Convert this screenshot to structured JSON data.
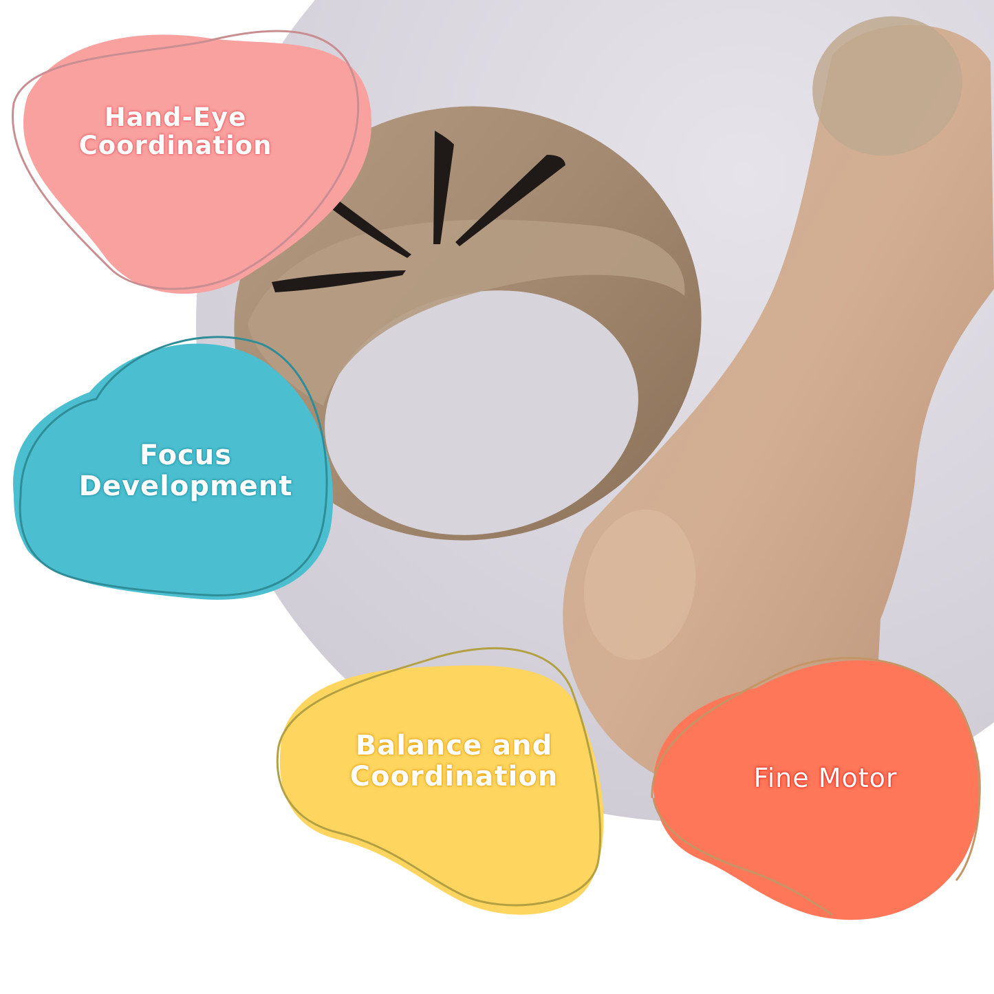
{
  "image": {
    "description": "Product infographic showing two wooden baby rattles (a ring rattle with slit holes and a dumbbell rattle) on a light backdrop, surrounded by four colored blob badges listing developmental benefits",
    "background_color": "#ffffff",
    "backdrop_color": "#dcd9e0"
  },
  "badges": [
    {
      "id": "hand-eye",
      "label": "Hand-Eye\nCoordination",
      "fill": "#f9a19f",
      "outline": "#c98e91"
    },
    {
      "id": "focus",
      "label": "Focus\nDevelopment",
      "fill": "#4bbfcf",
      "outline": "#2f8d98"
    },
    {
      "id": "balance",
      "label": "Balance and\nCoordination",
      "fill": "#fdd55f",
      "outline": "#b3a042"
    },
    {
      "id": "fine-motor",
      "label": "Fine Motor",
      "fill": "#fe7758",
      "outline": "#c59565"
    }
  ],
  "products": [
    {
      "name": "wooden-ring-rattle",
      "color": "#a98e73"
    },
    {
      "name": "wooden-dumbbell-rattle",
      "color": "#cfa88a"
    }
  ]
}
